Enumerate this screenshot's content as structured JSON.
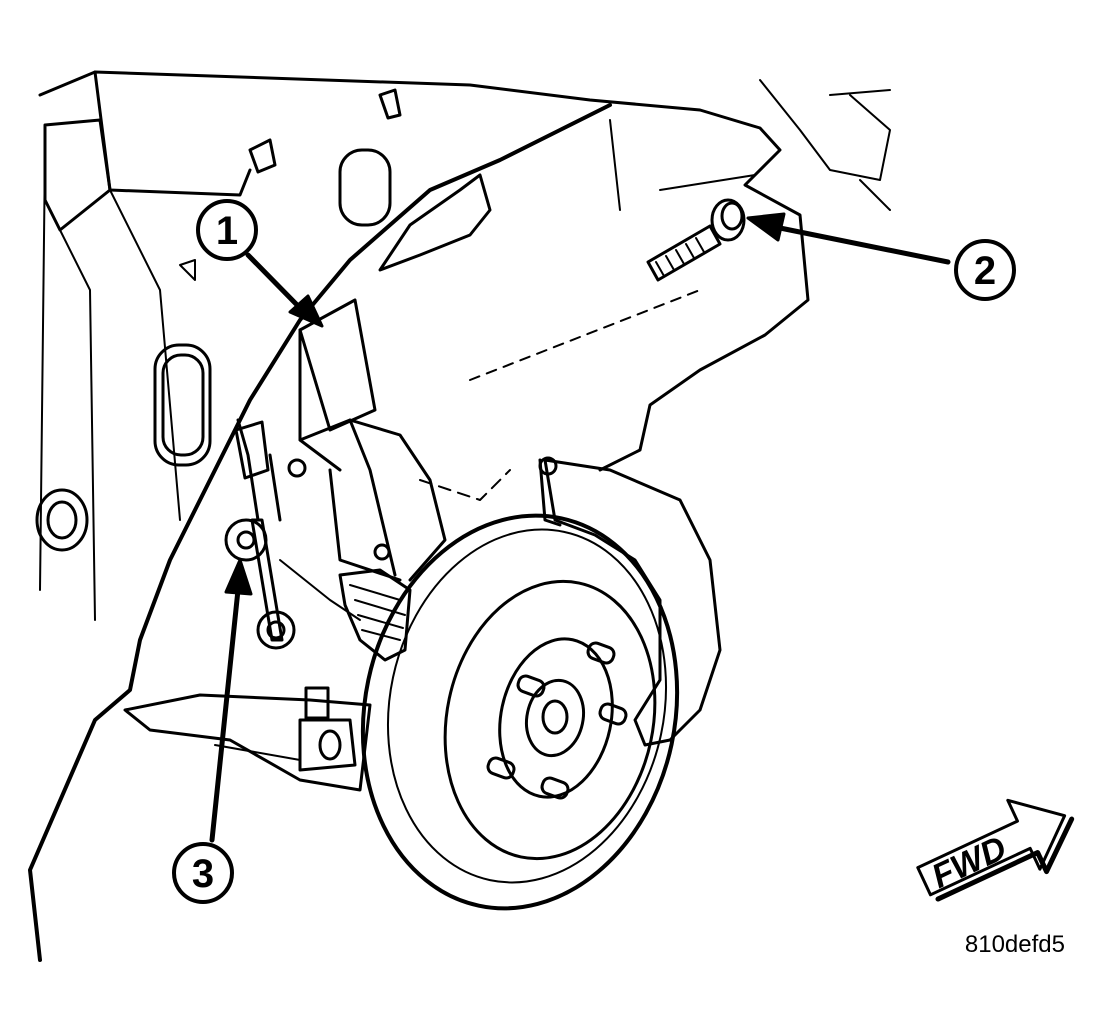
{
  "diagram": {
    "callouts": [
      {
        "number": "1"
      },
      {
        "number": "2"
      },
      {
        "number": "3"
      }
    ],
    "direction_marker": "FWD",
    "figure_id": "810defd5"
  }
}
